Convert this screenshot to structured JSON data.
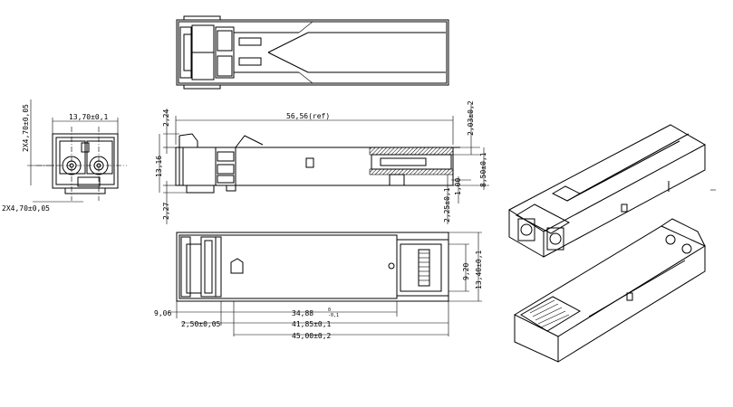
{
  "dimensions": {
    "side_pitch_top": "2X4,70±0,05",
    "side_width": "13,70±0,1",
    "side_pitch_bottom": "2X4,70±0,05",
    "side_height": "13,16",
    "top_offset": "2,24",
    "length_ref": "56,56(ref)",
    "right_top": "2,03±0,2",
    "right_mid": "8,50±0,1",
    "left_bottom": "2,27",
    "right_small_1": "1,00",
    "right_small_2": "2,25±0,1",
    "plan_height_outer": "13,40±0,1",
    "plan_height_inner": "9,20",
    "plan_left": "9,06",
    "plan_offset": "2,50±0,05",
    "plan_len_1": "34,88",
    "plan_len_1_tol_upper": "0",
    "plan_len_1_tol_lower": "-0,1",
    "plan_len_2": "41,85±0,1",
    "plan_len_3": "45,00±0,2"
  },
  "colors": {
    "line": "#000000",
    "background": "#ffffff"
  }
}
